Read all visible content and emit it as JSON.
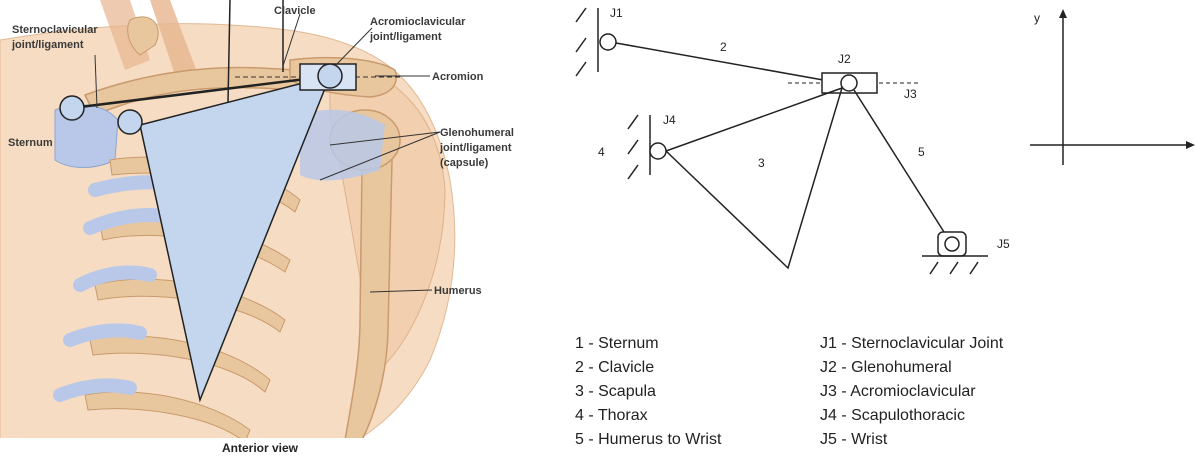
{
  "anatomy": {
    "labels": {
      "sternoclavicular_line1": "Sternoclavicular",
      "sternoclavicular_line2": "joint/ligament",
      "clavicle": "Clavicle",
      "acromioclavicular_line1": "Acromioclavicular",
      "acromioclavicular_line2": "joint/ligament",
      "acromion": "Acromion",
      "sternum": "Sternum",
      "glenohumeral_line1": "Glenohumeral",
      "glenohumeral_line2": "joint/ligament",
      "glenohumeral_line3": "(capsule)",
      "humerus": "Humerus"
    },
    "caption": "Anterior view",
    "colors": {
      "bone": "#e9c79e",
      "bone_dark": "#d9a97a",
      "skin": "#f6dcc2",
      "cartilage": "#b9c8e8",
      "overlay_triangle": "#c3d6ee"
    }
  },
  "mechanism": {
    "joints": {
      "j1": "J1",
      "j2": "J2",
      "j3": "J3",
      "j4": "J4",
      "j5": "J5"
    },
    "links": {
      "l2": "2",
      "l3": "3",
      "l4": "4",
      "l5": "5"
    },
    "axes": {
      "y": "y"
    }
  },
  "legend": {
    "links": [
      "1 - Sternum",
      "2 - Clavicle",
      "3 - Scapula",
      "4 - Thorax",
      "5 - Humerus to Wrist"
    ],
    "joints": [
      "J1 - Sternoclavicular Joint",
      "J2 - Glenohumeral",
      "J3 - Acromioclavicular",
      "J4 - Scapulothoracic",
      "J5 - Wrist"
    ]
  }
}
